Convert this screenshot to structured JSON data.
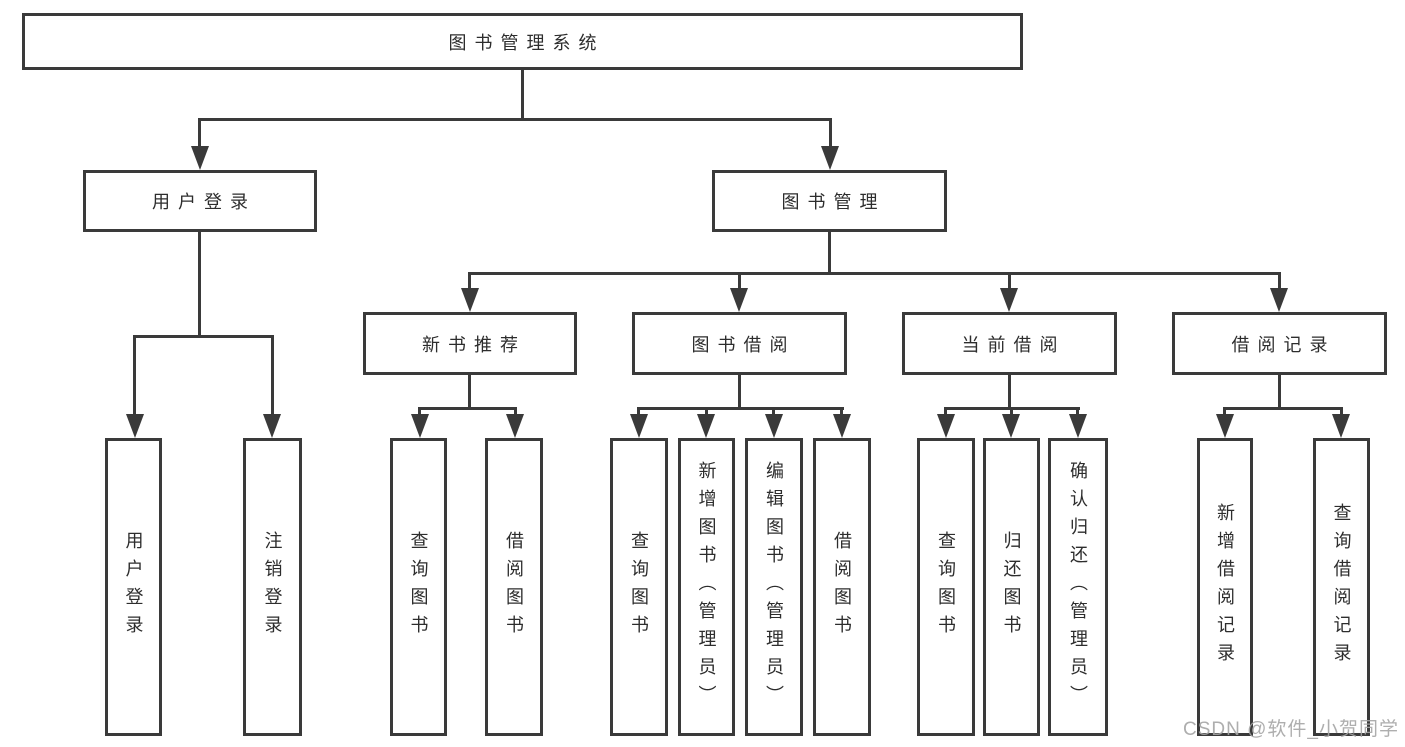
{
  "colors": {
    "background": "#ffffff",
    "line": "#3a3a3a",
    "box_border": "#3a3a3a",
    "text": "#2d2d2d",
    "watermark": "#a5a5a5"
  },
  "tree": {
    "root": {
      "label": "图书管理系统"
    },
    "branches": [
      {
        "label": "用户登录",
        "children": [
          {
            "label": "用户登录"
          },
          {
            "label": "注销登录"
          }
        ]
      },
      {
        "label": "图书管理",
        "children": [
          {
            "label": "新书推荐",
            "children": [
              {
                "label": "查询图书"
              },
              {
                "label": "借阅图书"
              }
            ]
          },
          {
            "label": "图书借阅",
            "children": [
              {
                "label": "查询图书"
              },
              {
                "label": "新增图书（管理员）"
              },
              {
                "label": "编辑图书（管理员）"
              },
              {
                "label": "借阅图书"
              }
            ]
          },
          {
            "label": "当前借阅",
            "children": [
              {
                "label": "查询图书"
              },
              {
                "label": "归还图书"
              },
              {
                "label": "确认归还（管理员）"
              }
            ]
          },
          {
            "label": "借阅记录",
            "children": [
              {
                "label": "新增借阅记录"
              },
              {
                "label": "查询借阅记录"
              }
            ]
          }
        ]
      }
    ]
  },
  "watermark": {
    "text": "CSDN @软件_小贺同学"
  }
}
